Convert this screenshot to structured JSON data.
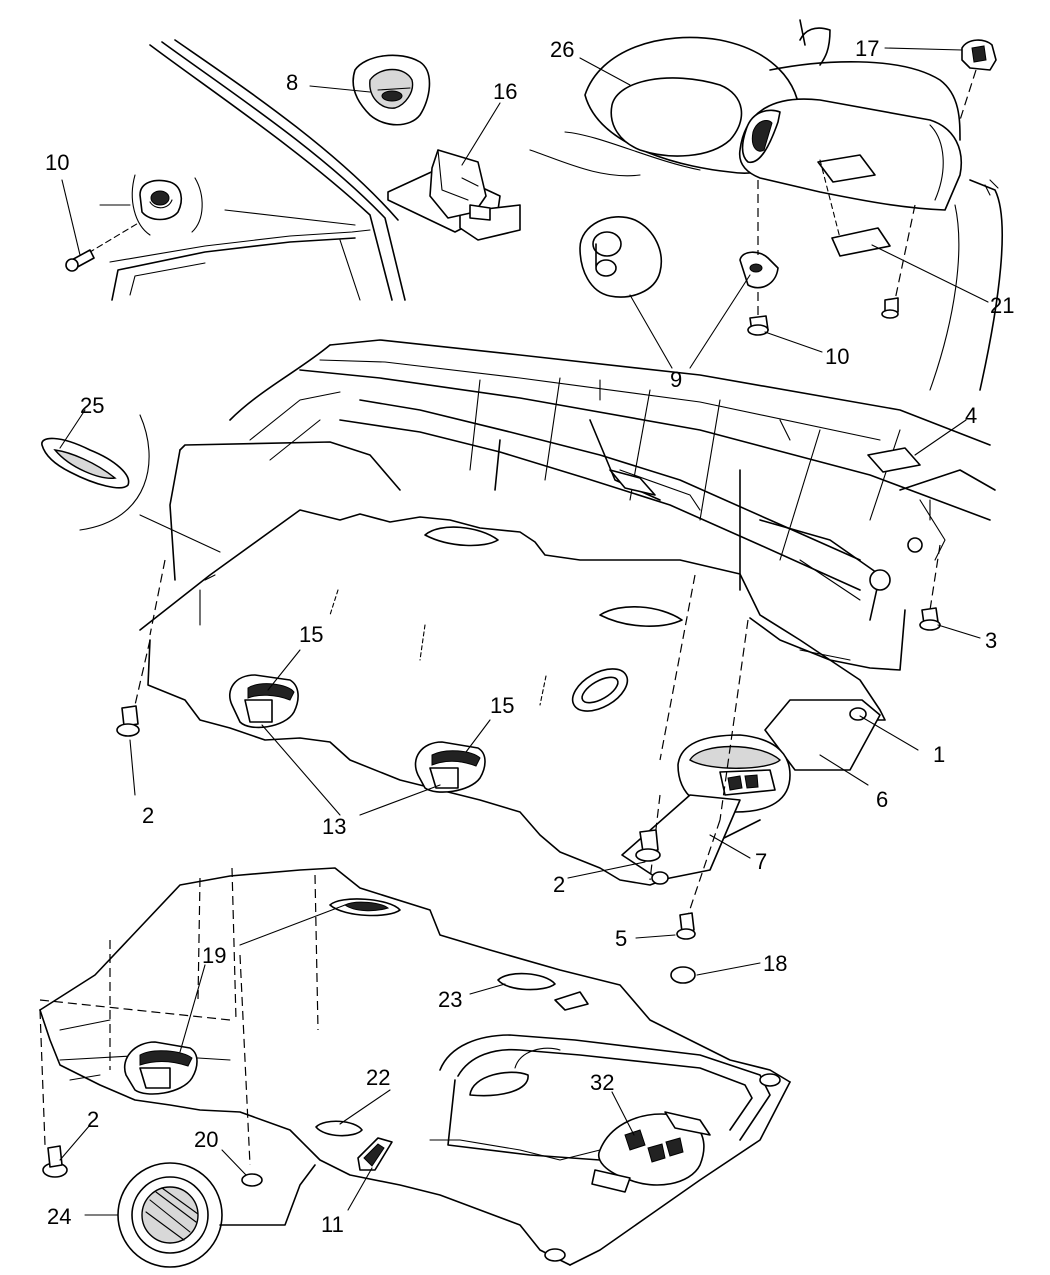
{
  "callouts": [
    {
      "id": "c1",
      "text": "1"
    },
    {
      "id": "c2a",
      "text": "2"
    },
    {
      "id": "c2b",
      "text": "2"
    },
    {
      "id": "c2c",
      "text": "2"
    },
    {
      "id": "c3",
      "text": "3"
    },
    {
      "id": "c4",
      "text": "4"
    },
    {
      "id": "c5",
      "text": "5"
    },
    {
      "id": "c6",
      "text": "6"
    },
    {
      "id": "c7",
      "text": "7"
    },
    {
      "id": "c8",
      "text": "8"
    },
    {
      "id": "c9",
      "text": "9"
    },
    {
      "id": "c10a",
      "text": "10"
    },
    {
      "id": "c10b",
      "text": "10"
    },
    {
      "id": "c11",
      "text": "11"
    },
    {
      "id": "c13",
      "text": "13"
    },
    {
      "id": "c15a",
      "text": "15"
    },
    {
      "id": "c15b",
      "text": "15"
    },
    {
      "id": "c16",
      "text": "16"
    },
    {
      "id": "c17",
      "text": "17"
    },
    {
      "id": "c18",
      "text": "18"
    },
    {
      "id": "c19",
      "text": "19"
    },
    {
      "id": "c20",
      "text": "20"
    },
    {
      "id": "c21",
      "text": "21"
    },
    {
      "id": "c22",
      "text": "22"
    },
    {
      "id": "c23",
      "text": "23"
    },
    {
      "id": "c24",
      "text": "24"
    },
    {
      "id": "c25",
      "text": "25"
    },
    {
      "id": "c26",
      "text": "26"
    },
    {
      "id": "c32",
      "text": "32"
    }
  ]
}
